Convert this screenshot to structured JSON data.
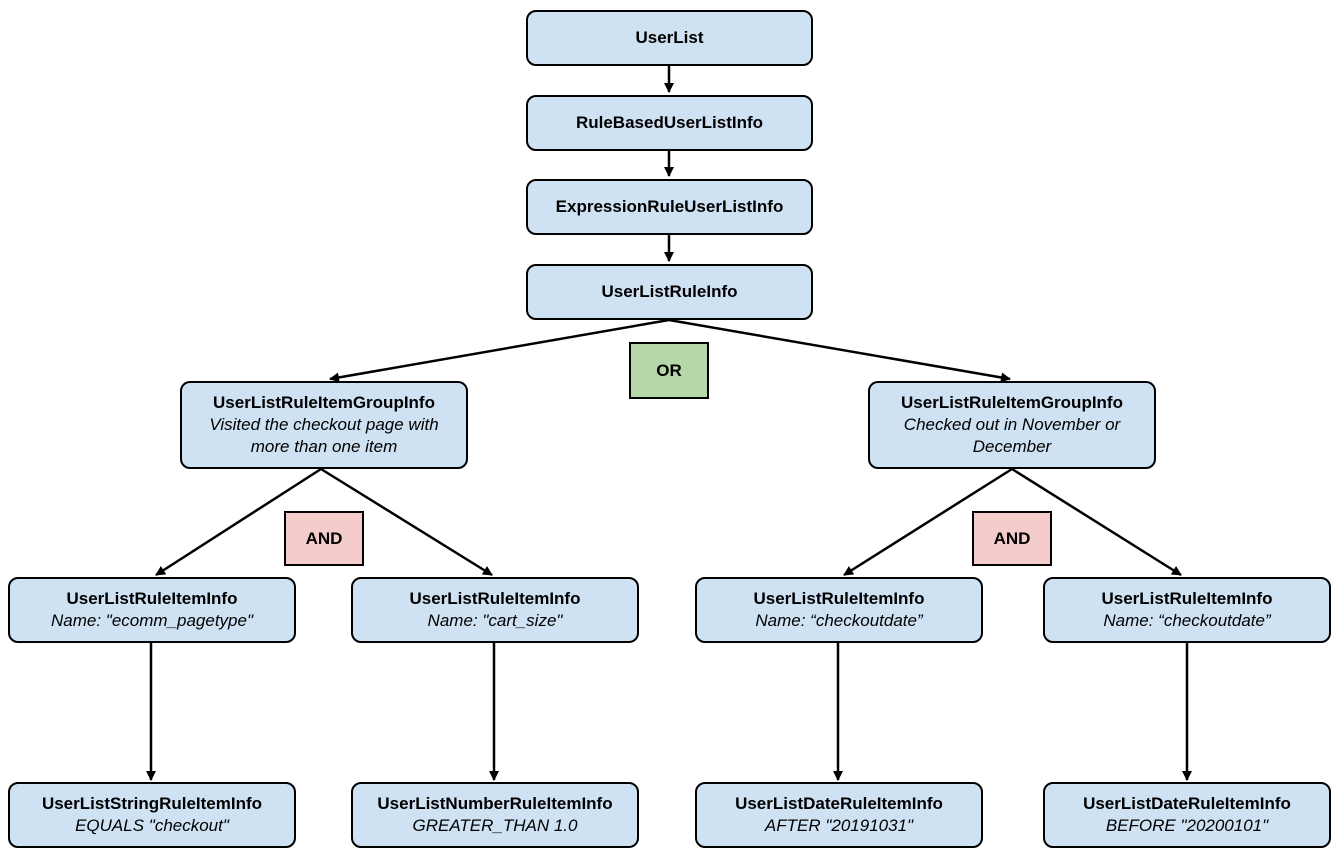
{
  "colors": {
    "node_fill": "#cfe2f3",
    "or_fill": "#b6d7a8",
    "and_fill": "#f4cccc",
    "stroke": "#000000"
  },
  "nodes": {
    "user_list": {
      "title": "UserList"
    },
    "rule_based": {
      "title": "RuleBasedUserListInfo"
    },
    "expression_rule": {
      "title": "ExpressionRuleUserListInfo"
    },
    "rule_info": {
      "title": "UserListRuleInfo"
    },
    "group_left": {
      "title": "UserListRuleItemGroupInfo",
      "sub": "Visited the checkout page with more than one item"
    },
    "group_right": {
      "title": "UserListRuleItemGroupInfo",
      "sub": "Checked out in November or December"
    },
    "item_1": {
      "title": "UserListRuleItemInfo",
      "sub": "Name: \"ecomm_pagetype\""
    },
    "item_2": {
      "title": "UserListRuleItemInfo",
      "sub": "Name: \"cart_size\""
    },
    "item_3": {
      "title": "UserListRuleItemInfo",
      "sub": "Name: “checkoutdate”"
    },
    "item_4": {
      "title": "UserListRuleItemInfo",
      "sub": "Name: “checkoutdate”"
    },
    "leaf_1": {
      "title": "UserListStringRuleItemInfo",
      "sub": "EQUALS \"checkout\""
    },
    "leaf_2": {
      "title": "UserListNumberRuleItemInfo",
      "sub": "GREATER_THAN 1.0"
    },
    "leaf_3": {
      "title": "UserListDateRuleItemInfo",
      "sub": "AFTER \"20191031\""
    },
    "leaf_4": {
      "title": "UserListDateRuleItemInfo",
      "sub": "BEFORE \"20200101\""
    }
  },
  "operators": {
    "or": "OR",
    "and_left": "AND",
    "and_right": "AND"
  }
}
